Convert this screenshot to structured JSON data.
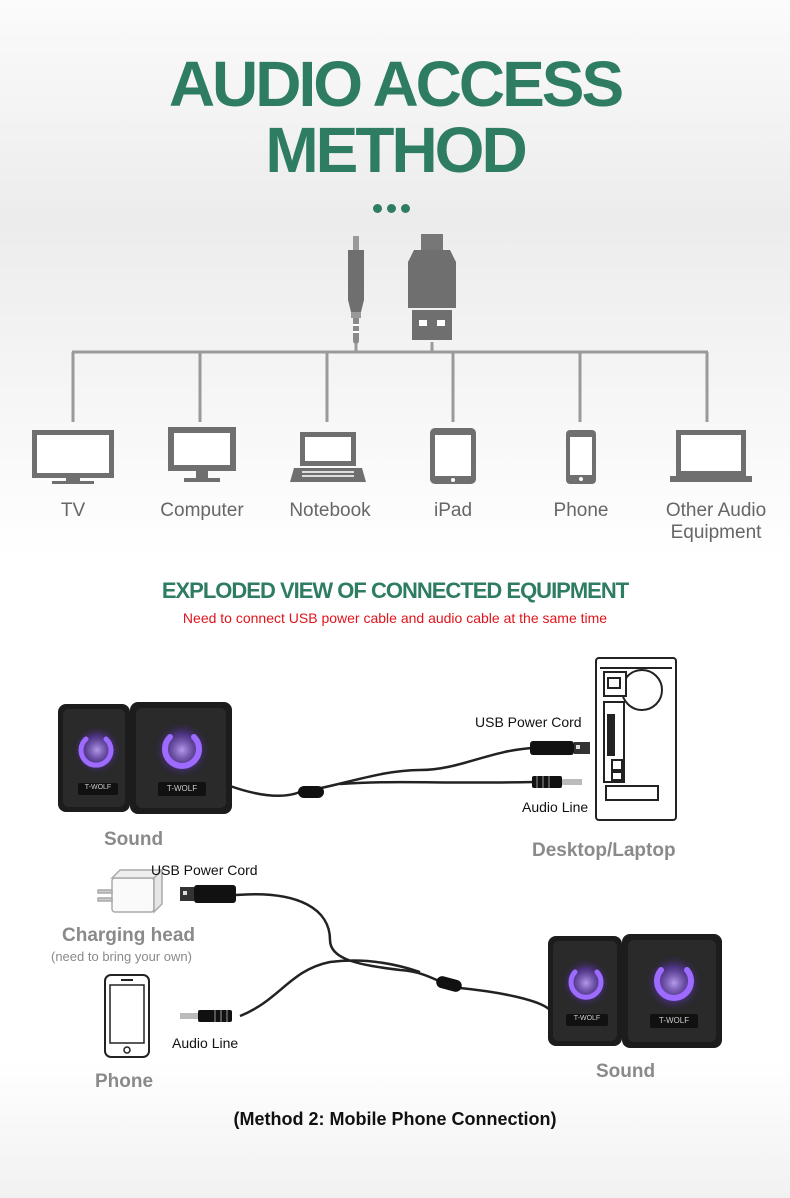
{
  "header": {
    "title_line1": "AUDIO ACCESS",
    "title_line2": "METHOD"
  },
  "devices": [
    {
      "label": "TV",
      "icon": "tv-icon"
    },
    {
      "label": "Computer",
      "icon": "monitor-icon"
    },
    {
      "label": "Notebook",
      "icon": "laptop-icon"
    },
    {
      "label": "iPad",
      "icon": "tablet-icon"
    },
    {
      "label": "Phone",
      "icon": "phone-icon"
    },
    {
      "label": "Other Audio Equipment",
      "icon": "laptop-icon"
    }
  ],
  "exploded": {
    "title": "EXPLODED VIEW OF CONNECTED EQUIPMENT",
    "subtitle": "Need to connect USB power cable and audio cable at the same time",
    "top": {
      "speaker_label": "Sound",
      "usb_label": "USB Power Cord",
      "audio_label": "Audio Line",
      "computer_label": "Desktop/Laptop",
      "brand": "T-WOLF"
    },
    "bottom": {
      "usb_label": "USB Power Cord",
      "charging_label": "Charging head",
      "charging_note": "(need to bring your own)",
      "phone_label": "Phone",
      "audio_label": "Audio Line",
      "speaker_label": "Sound",
      "brand": "T-WOLF"
    },
    "method_caption": "(Method 2: Mobile Phone Connection)"
  },
  "colors": {
    "accent_green": "#2e7d63",
    "warning_red": "#e0141c",
    "icon_gray": "#6f6f6f",
    "label_gray": "#8a8a8a",
    "speaker_glow": "#8b5cf6"
  }
}
